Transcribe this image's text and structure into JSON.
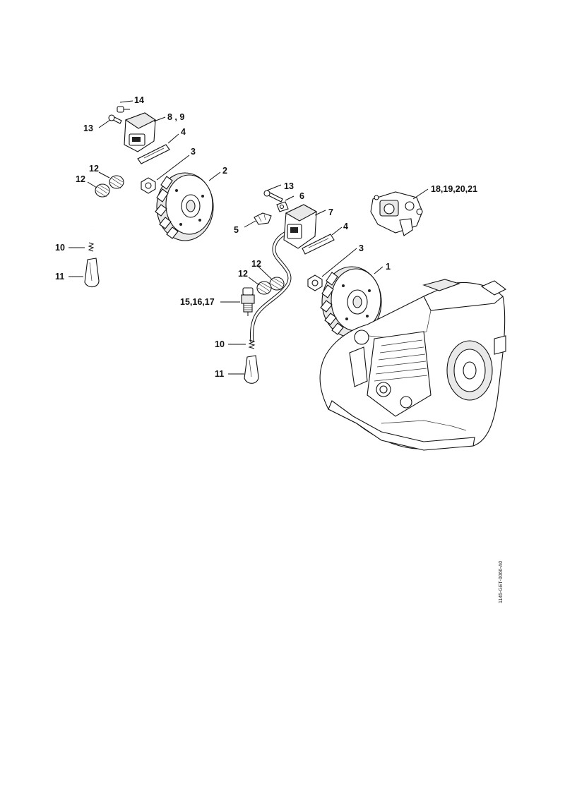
{
  "diagram": {
    "doc_code": "1145-GET-0066-A0",
    "callouts": {
      "left": {
        "c14": "14",
        "c13": "13",
        "c89": "8 , 9",
        "c4": "4",
        "c3": "3",
        "c2": "2",
        "c12a": "12",
        "c12b": "12",
        "c10": "10",
        "c11": "11"
      },
      "right": {
        "c13": "13",
        "c6": "6",
        "c5": "5",
        "c7": "7",
        "c4": "4",
        "c3": "3",
        "c1": "1",
        "c12a": "12",
        "c12b": "12",
        "c151617": "15,16,17",
        "c10": "10",
        "c11": "11",
        "c18_21": "18,19,20,21"
      }
    }
  }
}
